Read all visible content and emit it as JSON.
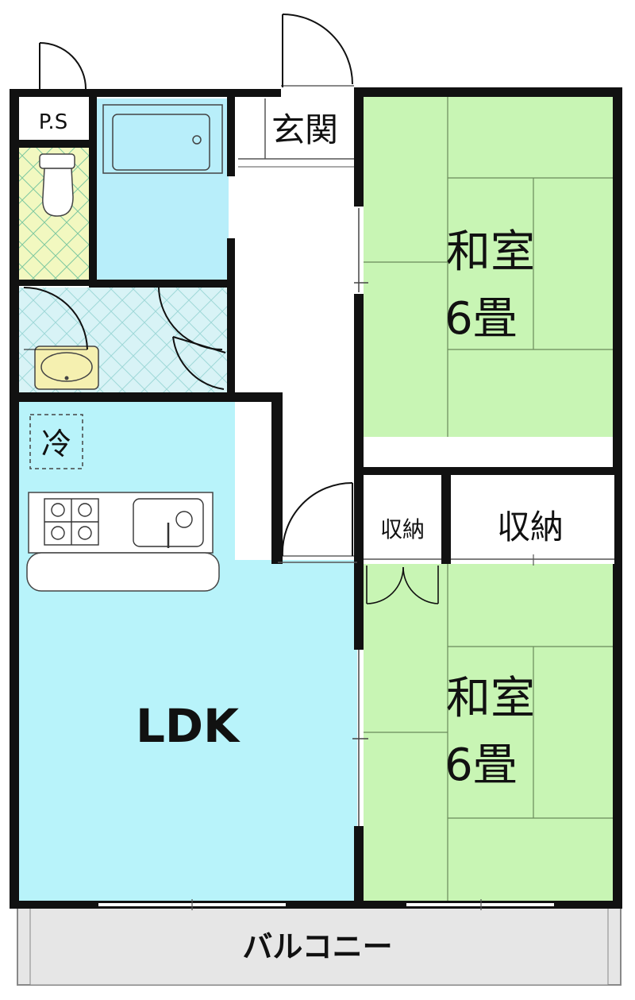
{
  "colors": {
    "tatami": "#c8f5b4",
    "ldk": "#b8f3fa",
    "bath": "#b8eefa",
    "toilet": "#f2f8c0",
    "washroom": "#d8f3f6",
    "balcony": "#e6e6e6",
    "wall": "#111111",
    "fixture": "#f5f0b0"
  },
  "rooms": {
    "ps": "P.S",
    "entrance": "玄関",
    "washitsu_top_name": "和室",
    "washitsu_top_size": "6畳",
    "washitsu_bottom_name": "和室",
    "washitsu_bottom_size": "6畳",
    "storage_small": "収納",
    "storage_large": "収納",
    "fridge": "冷",
    "ldk": "LDK",
    "balcony": "バルコニー"
  },
  "icons": {
    "bathtub": "bathtub-icon",
    "toilet": "toilet-icon",
    "sink": "washbasin-icon",
    "stove": "stove-icon",
    "kitchen_sink": "kitchen-sink-icon"
  }
}
